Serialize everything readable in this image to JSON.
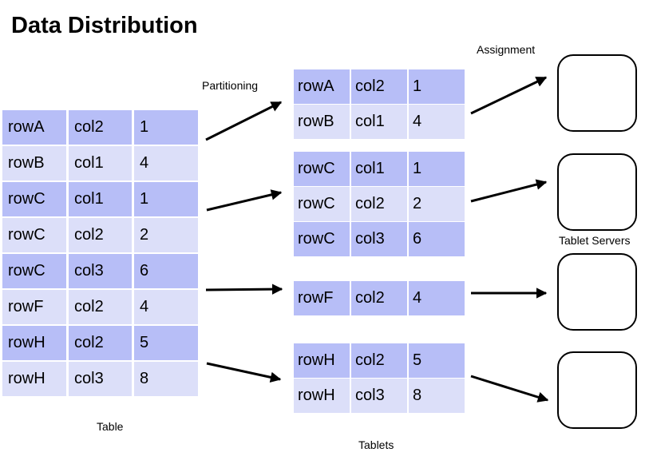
{
  "title": "Data Distribution",
  "labels": {
    "partitioning": "Partitioning",
    "assignment": "Assignment",
    "table": "Table",
    "tablets": "Tablets",
    "tablet_servers": "Tablet Servers"
  },
  "colors": {
    "row_dark": "#b7bef7",
    "row_light": "#dcdff9",
    "arrow": "#000000"
  },
  "table": {
    "rows": [
      [
        "rowA",
        "col2",
        "1"
      ],
      [
        "rowB",
        "col1",
        "4"
      ],
      [
        "rowC",
        "col1",
        "1"
      ],
      [
        "rowC",
        "col2",
        "2"
      ],
      [
        "rowC",
        "col3",
        "6"
      ],
      [
        "rowF",
        "col2",
        "4"
      ],
      [
        "rowH",
        "col2",
        "5"
      ],
      [
        "rowH",
        "col3",
        "8"
      ]
    ]
  },
  "tablets": [
    {
      "rows": [
        [
          "rowA",
          "col2",
          "1"
        ],
        [
          "rowB",
          "col1",
          "4"
        ]
      ]
    },
    {
      "rows": [
        [
          "rowC",
          "col1",
          "1"
        ],
        [
          "rowC",
          "col2",
          "2"
        ],
        [
          "rowC",
          "col3",
          "6"
        ]
      ]
    },
    {
      "rows": [
        [
          "rowF",
          "col2",
          "4"
        ]
      ]
    },
    {
      "rows": [
        [
          "rowH",
          "col2",
          "5"
        ],
        [
          "rowH",
          "col3",
          "8"
        ]
      ]
    }
  ],
  "tablet_servers": {
    "count": 4
  }
}
